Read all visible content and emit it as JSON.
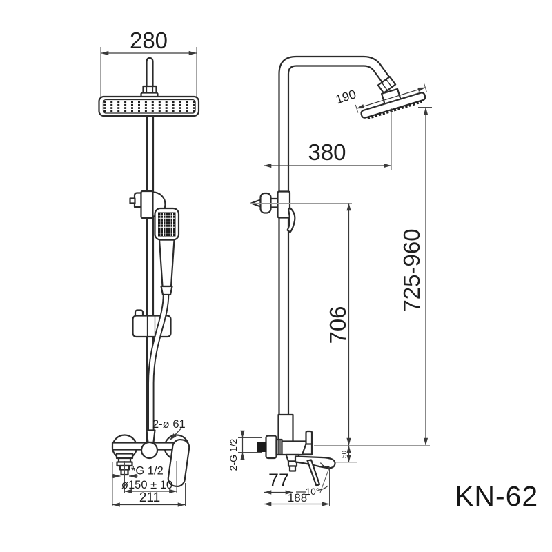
{
  "drawing": {
    "model": "KN-62",
    "front_view": {
      "dim_head_width": "280",
      "label_escutcheons": "2-ø 61",
      "label_outlet_thread": "*G 1/2",
      "dim_inlet_centers": "ø150 ± 10",
      "dim_overall_width": "211"
    },
    "side_view": {
      "dim_head_depth": "190",
      "dim_arm_reach": "380",
      "dim_column_height": "706",
      "dim_overall_height": "725-960",
      "label_wall_connections": "2-G 1/2",
      "dim_outlet_drop": "50",
      "dim_wall_to_outlet": "77",
      "dim_spout_reach": "188",
      "dim_spout_angle": "10°"
    }
  }
}
